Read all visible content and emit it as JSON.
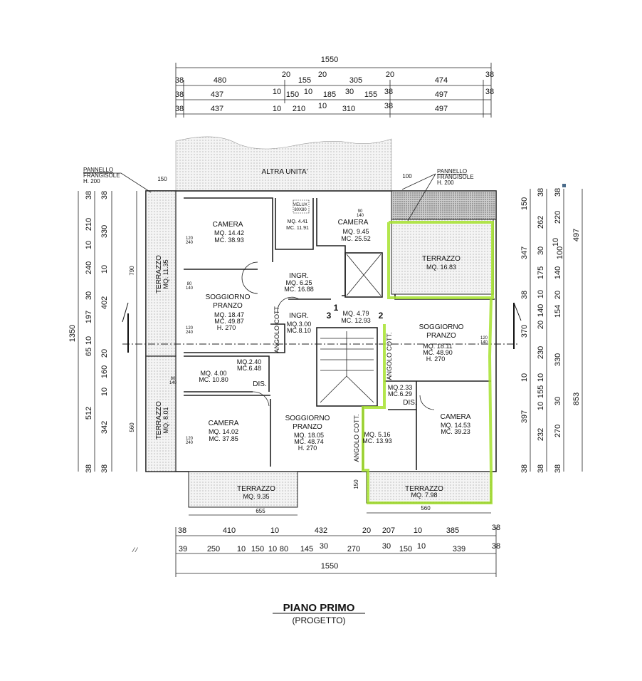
{
  "title": {
    "main": "PIANO PRIMO",
    "sub": "(PROGETTO)"
  },
  "colors": {
    "highlight": "#a6e22e",
    "walls": "#222222"
  },
  "dims": {
    "top_total": "1550",
    "top_row1": [
      "38",
      "480",
      "20",
      "155",
      "20",
      "305",
      "20",
      "474",
      "38"
    ],
    "top_row2": [
      "38",
      "437",
      "10",
      "150",
      "10",
      "185",
      "30",
      "155",
      "38",
      "497",
      "38"
    ],
    "top_row3": [
      "38",
      "437",
      "10",
      "210",
      "10",
      "310",
      "38",
      "497"
    ],
    "bottom_row1": [
      "38",
      "410",
      "10",
      "432",
      "20",
      "207",
      "10",
      "385",
      "38"
    ],
    "bottom_row2": [
      "39",
      "250",
      "10",
      "150",
      "10",
      "80",
      "145",
      "30",
      "270",
      "30",
      "150",
      "10",
      "339",
      "38"
    ],
    "bottom_total": "1550",
    "left_total": "1350",
    "left_col1": [
      "38",
      "210",
      "10",
      "240",
      "30",
      "197",
      "10",
      "65",
      "512",
      "38"
    ],
    "left_col2": [
      "38",
      "330",
      "10",
      "402",
      "20",
      "160",
      "10",
      "342",
      "38"
    ],
    "left_col3": [
      "790",
      "560"
    ],
    "right_col1": [
      "150",
      "347",
      "38",
      "370",
      "10",
      "397",
      "38"
    ],
    "right_col2": [
      "38",
      "262",
      "30",
      "175",
      "10",
      "140",
      "20",
      "230",
      "10",
      "155",
      "10",
      "232",
      "38"
    ],
    "right_col3": [
      "38",
      "220",
      "10",
      "100",
      "140",
      "20",
      "154",
      "330",
      "30",
      "270",
      "38"
    ],
    "right_col4": [
      "497",
      "853"
    ],
    "misc": {
      "left_150": "150",
      "right_100": "100",
      "terr_655": "655",
      "terr_560": "560",
      "v_150": "150"
    }
  },
  "annotations": {
    "pannello_left": [
      "PANNELLO",
      "FRANGISOLE",
      "H. 200"
    ],
    "pannello_right": [
      "PANNELLO",
      "FRANGISOLE",
      "H. 200"
    ],
    "altra_unita": "ALTRA UNITA'",
    "velux": [
      "VELUX",
      "80X80"
    ]
  },
  "rooms": {
    "camera_nw": {
      "name": "CAMERA",
      "mq": "MQ. 14.42",
      "mc": "MC. 38.93"
    },
    "bagno_n": {
      "mq": "MQ. 4.41",
      "mc": "MC. 11.91"
    },
    "camera_n": {
      "name": "CAMERA",
      "mq": "MQ. 9.45",
      "mc": "MC. 25.52"
    },
    "ingr_1": {
      "name": "INGR.",
      "mq": "MQ. 6.25",
      "mc": "MC. 16.88"
    },
    "soggiorno_w": {
      "name1": "SOGGIORNO",
      "name2": "PRANZO",
      "mq": "MQ. 18.47",
      "mc": "MC. 49.87",
      "h": "H. 270"
    },
    "ingr_2": {
      "name": "INGR.",
      "mq": "MQ.3.00",
      "mc": "MC.8.10"
    },
    "angolo_w": "ANGOLO COTT.",
    "landing": {
      "mq": "MQ. 4.79",
      "mc": "MC. 12.93",
      "n1": "1",
      "n2": "2",
      "n3": "3"
    },
    "terrazzo_ne": {
      "name": "TERRAZZO",
      "mq": "MQ. 16.83"
    },
    "soggiorno_e": {
      "name1": "SOGGIORNO",
      "name2": "PRANZO",
      "mq": "MQ. 18.11",
      "mc": "MC. 48.90",
      "h": "H. 270"
    },
    "angolo_e": "ANGOLO COTT.",
    "dis_w": {
      "mq": "MQ.2.40",
      "mc": "MC.6.48",
      "name": "DIS."
    },
    "bagno_w": {
      "mq": "MQ. 4.00",
      "mc": "MC. 10.80"
    },
    "dis_e": {
      "mq": "MQ.2.33",
      "mc": "MC.6.29",
      "name": "DIS."
    },
    "camera_sw": {
      "name": "CAMERA",
      "mq": "MQ. 14.02",
      "mc": "MC. 37.85"
    },
    "soggiorno_s": {
      "name1": "SOGGIORNO",
      "name2": "PRANZO",
      "mq": "MQ. 18.05",
      "mc": "MC. 48.74",
      "h": "H. 270"
    },
    "angolo_s": "ANGOLO COTT.",
    "bagno_e": {
      "mq": "MQ. 5.16",
      "mc": "MC. 13.93"
    },
    "camera_se": {
      "name": "CAMERA",
      "mq": "MQ. 14.53",
      "mc": "MC. 39.23"
    },
    "terrazzo_sw": {
      "name": "TERRAZZO",
      "mq": "MQ. 9.35"
    },
    "terrazzo_se": {
      "name": "TERRAZZO",
      "mq": "MQ. 7.98"
    },
    "terrazzo_w1": {
      "name": "TERRAZZO",
      "mq": "MQ. 11.35"
    },
    "terrazzo_w2": {
      "name": "TERRAZZO",
      "mq": "MQ. 8.01"
    }
  },
  "windows": [
    "120",
    "240",
    "80",
    "140",
    "90",
    "140"
  ]
}
